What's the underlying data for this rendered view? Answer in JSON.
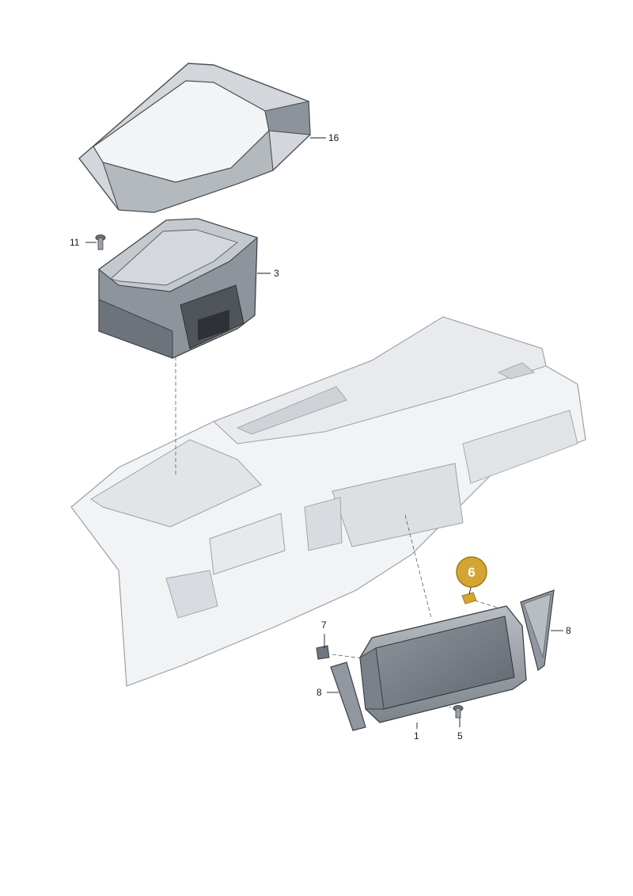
{
  "diagram": {
    "colors": {
      "part_fill": "#c9cdd1",
      "part_dark": "#6f767d",
      "part_stroke": "#4a4f55",
      "dash_fill": "#eef0f2",
      "dash_stroke": "#9aa1a8",
      "highlight": "#d4a533",
      "highlight_stroke": "#a37a17"
    },
    "callouts": {
      "c16": "16",
      "c11": "11",
      "c3": "3",
      "c6": "6",
      "c7": "7",
      "c8_left": "8",
      "c8_right": "8",
      "c1": "1",
      "c5": "5"
    }
  }
}
